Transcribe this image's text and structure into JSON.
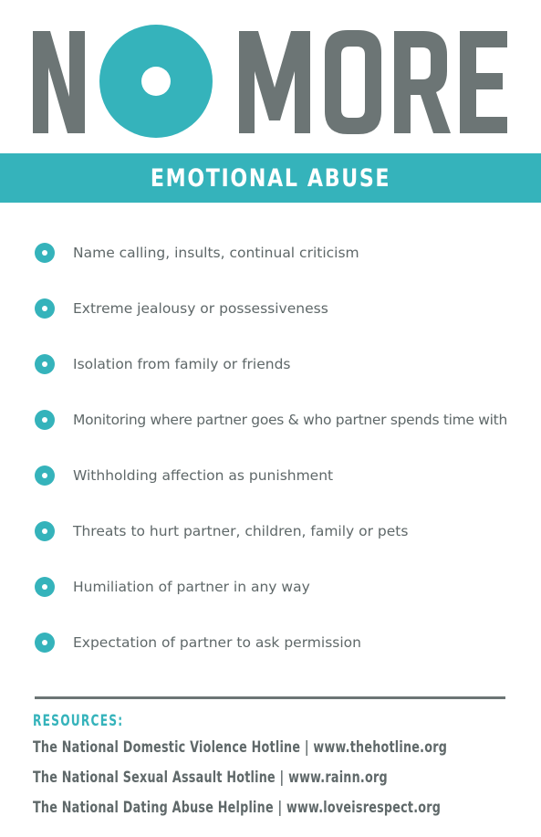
{
  "logo": {
    "text_left": "N",
    "text_right": "MORE",
    "full_text": "NO MORE",
    "text_color": "#6c7575",
    "accent_color": "#35b3bb"
  },
  "banner": {
    "title": "EMOTIONAL ABUSE",
    "color": "#35b3bb"
  },
  "items": [
    "Name calling, insults, continual criticism",
    "Extreme jealousy or possessiveness",
    "Isolation from family or friends",
    "Monitoring where partner goes & who partner spends time with",
    "Withholding affection as punishment",
    "Threats to hurt partner, children, family or pets",
    "Humiliation of partner in any way",
    "Expectation of partner to ask permission"
  ],
  "resources": {
    "heading": "RESOURCES:",
    "lines": [
      "The National Domestic Violence Hotline | www.thehotline.org",
      "The National Sexual Assault Hotline | www.rainn.org",
      "The National Dating Abuse Helpline |  www.loveisrespect.org"
    ]
  }
}
